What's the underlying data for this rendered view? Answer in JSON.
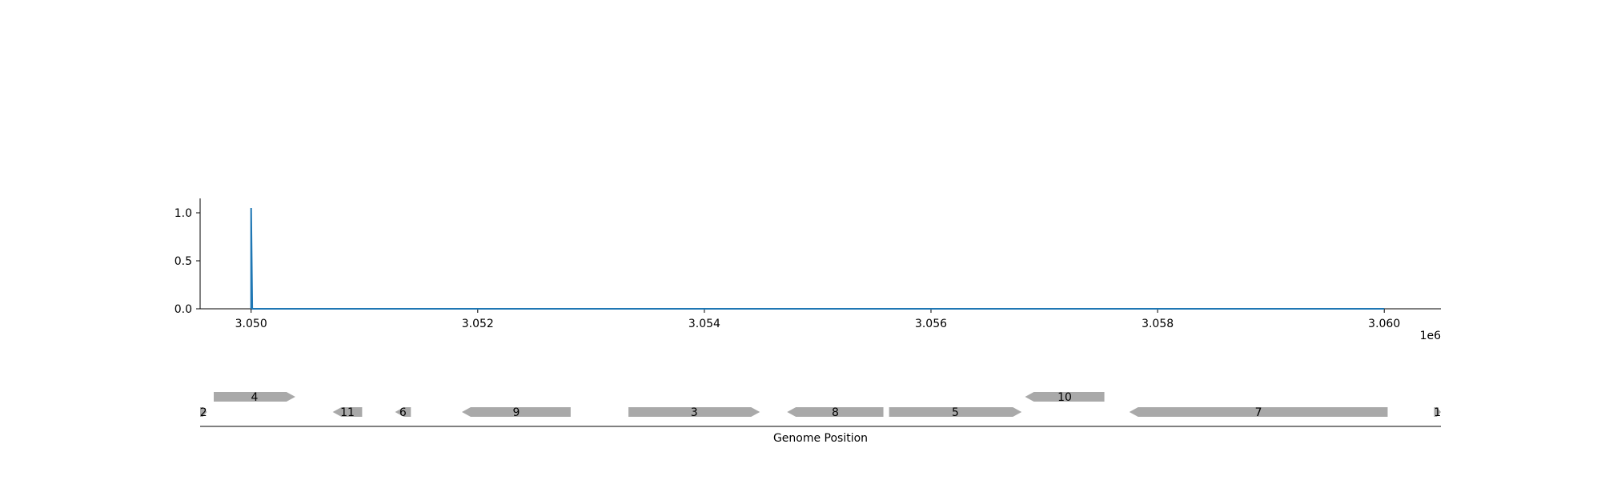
{
  "chart_data": [
    {
      "type": "line",
      "title": "",
      "xlabel": "",
      "ylabel": "",
      "x_offset_label": "1e6",
      "xlim": [
        3049550,
        3060500
      ],
      "ylim": [
        0,
        1.15
      ],
      "x_ticks": [
        3.05,
        3.052,
        3.054,
        3.056,
        3.058,
        3.06
      ],
      "x_tick_labels": [
        "3.050",
        "3.052",
        "3.054",
        "3.056",
        "3.058",
        "3.060"
      ],
      "y_ticks": [
        0.0,
        0.5,
        1.0
      ],
      "y_tick_labels": [
        "0.0",
        "0.5",
        "1.0"
      ],
      "grid": false,
      "series_color": "#1f77b4",
      "series": [
        {
          "name": "",
          "x": [
            3050000,
            3050000,
            3050010,
            3060000
          ],
          "y": [
            0.0,
            1.05,
            0.0,
            0.0
          ]
        }
      ]
    },
    {
      "type": "gene-track",
      "xlabel": "Genome Position",
      "xlim": [
        3049550,
        3060500
      ],
      "gene_color": "#a9a9a9",
      "genes": [
        {
          "label": "2",
          "start": 3049550,
          "end": 3049610,
          "strand": "+",
          "row": 0
        },
        {
          "label": "4",
          "start": 3049670,
          "end": 3050390,
          "strand": "+",
          "row": 1
        },
        {
          "label": "11",
          "start": 3050720,
          "end": 3050980,
          "strand": "-",
          "row": 0
        },
        {
          "label": "6",
          "start": 3051270,
          "end": 3051410,
          "strand": "-",
          "row": 0
        },
        {
          "label": "9",
          "start": 3051860,
          "end": 3052820,
          "strand": "-",
          "row": 0
        },
        {
          "label": "3",
          "start": 3053330,
          "end": 3054490,
          "strand": "+",
          "row": 0
        },
        {
          "label": "8",
          "start": 3054730,
          "end": 3055580,
          "strand": "-",
          "row": 0
        },
        {
          "label": "5",
          "start": 3055630,
          "end": 3056800,
          "strand": "+",
          "row": 0
        },
        {
          "label": "10",
          "start": 3056830,
          "end": 3057530,
          "strand": "-",
          "row": 1
        },
        {
          "label": "7",
          "start": 3057750,
          "end": 3060030,
          "strand": "-",
          "row": 0
        },
        {
          "label": "1",
          "start": 3060440,
          "end": 3060500,
          "strand": "+",
          "row": 0
        }
      ]
    }
  ]
}
